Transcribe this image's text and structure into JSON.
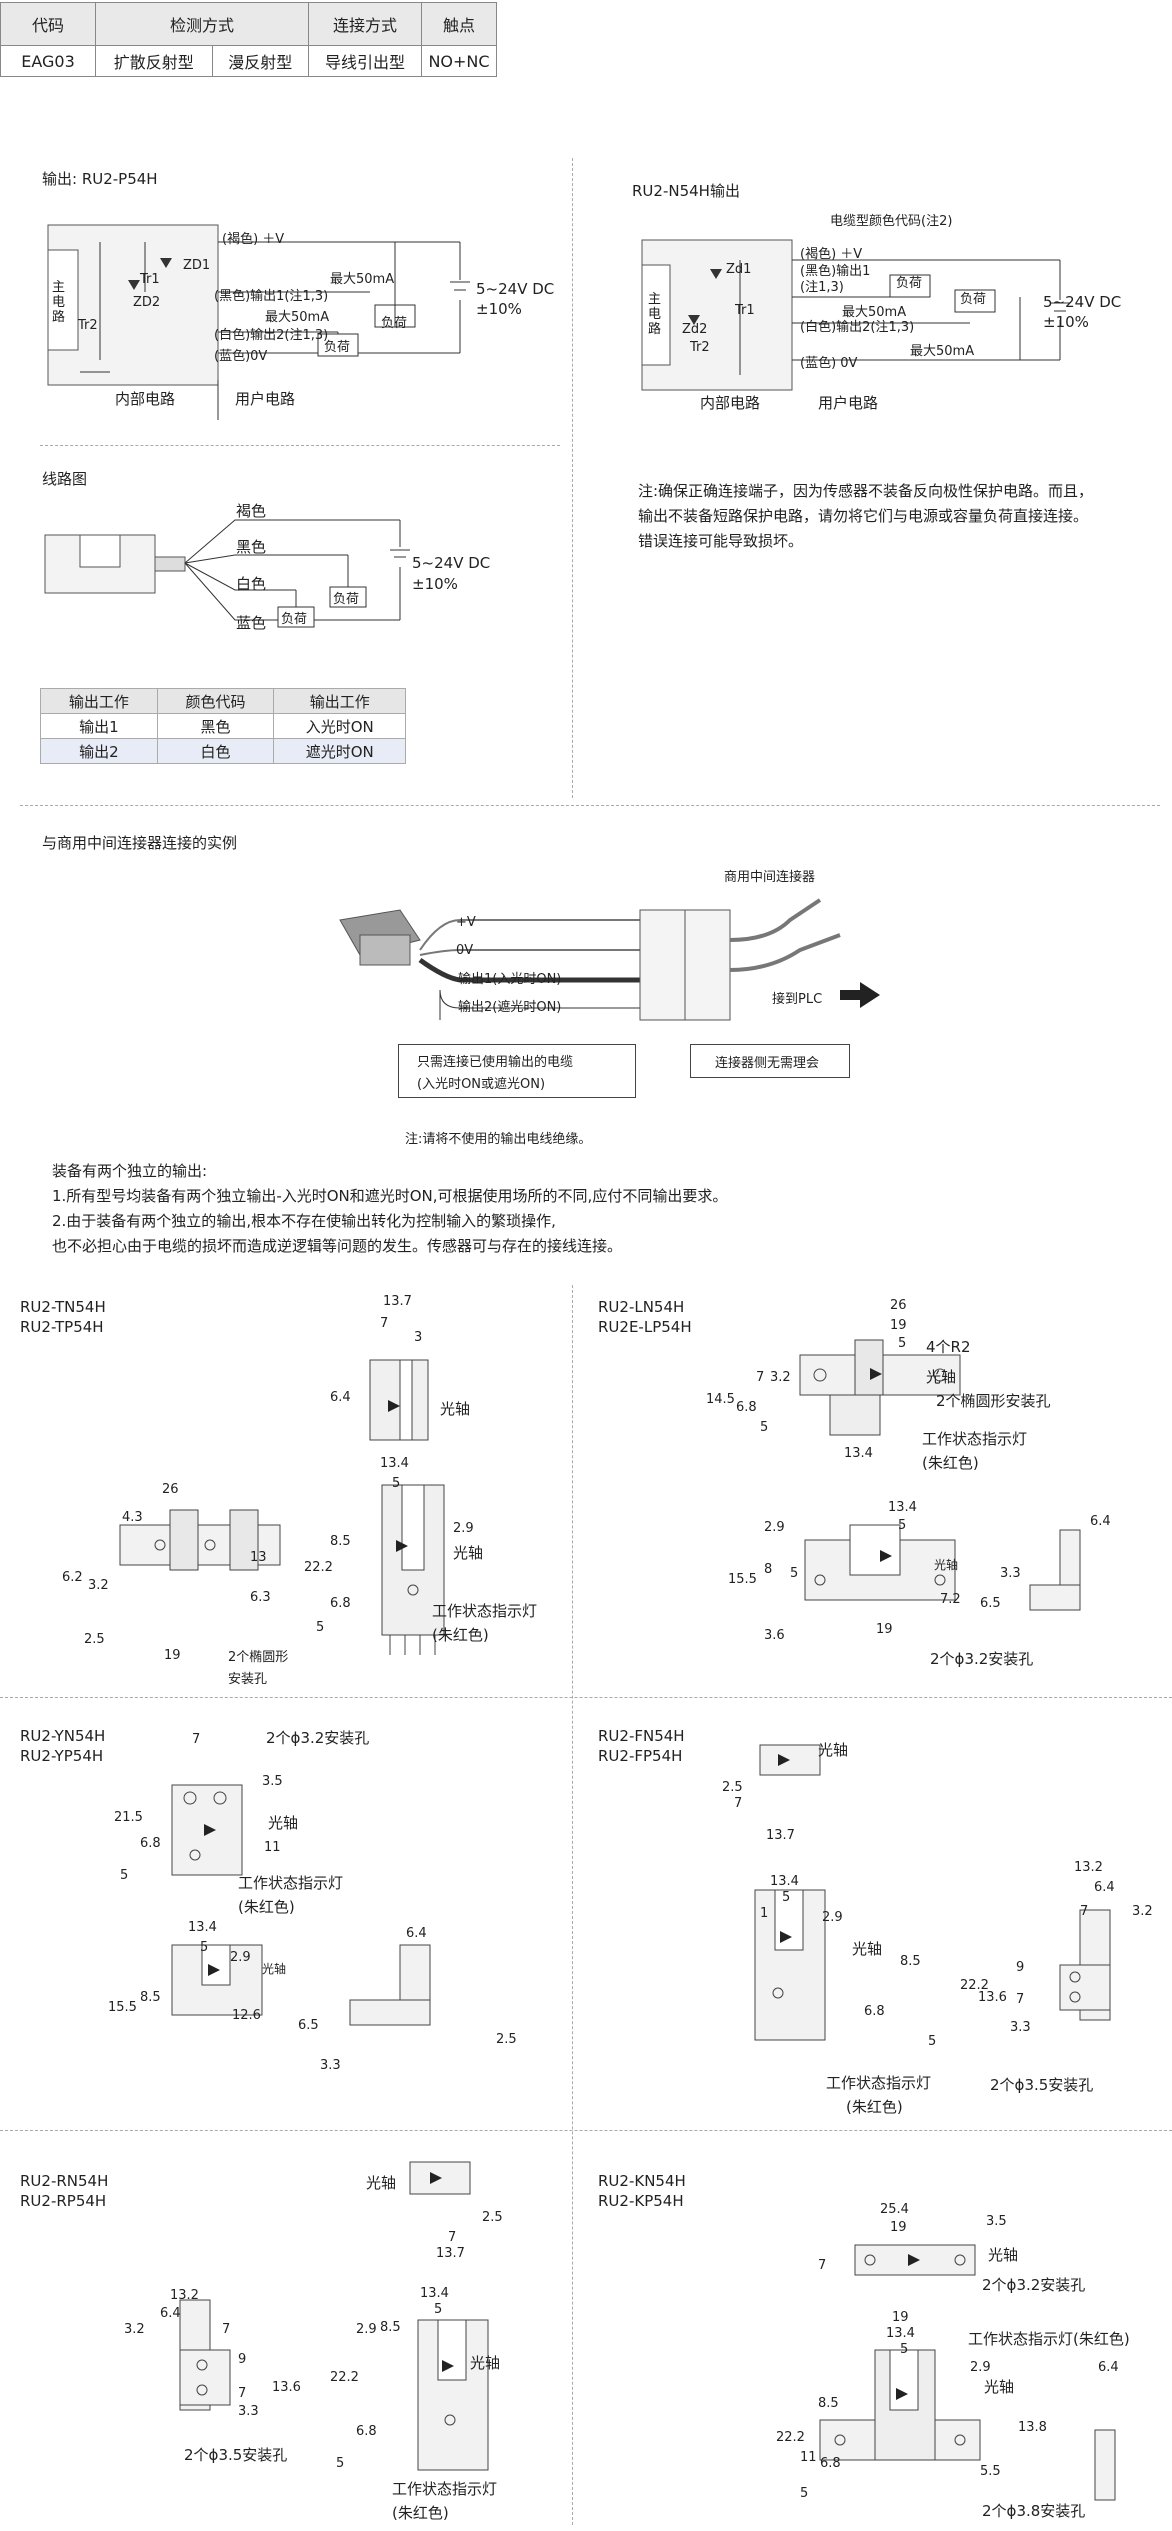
{
  "spec_table": {
    "headers": [
      "代码",
      "检测方式",
      "连接方式",
      "触点"
    ],
    "row": [
      "EAG03",
      "扩散反射型",
      "漫反射型",
      "导线引出型",
      "NO+NC"
    ]
  },
  "circuit_left": {
    "title": "输出: RU2-P54H",
    "brown": "(褐色) ＋V",
    "black": "(黑色)输出1(注1,3)",
    "white": "(白色)输出2(注1,3)",
    "blue": "(蓝色)0V",
    "max1": "最大50mA",
    "max2": "最大50mA",
    "load": "负荷",
    "supply": "5~24V DC",
    "tol": "±10%",
    "main": "主电路",
    "tr1": "Tr1",
    "tr2": "Tr2",
    "zd1": "ZD1",
    "zd2": "ZD2",
    "internal": "内部电路",
    "user": "用户电路"
  },
  "circuit_right": {
    "title": "RU2-N54H输出",
    "note_code": "电缆型颜色代码(注2)",
    "brown": "(褐色) ＋V",
    "black": "(黑色)输出1",
    "black2": "(注1,3)",
    "white": "(白色)输出2(注1,3)",
    "blue": "(蓝色) 0V",
    "max1": "最大50mA",
    "max2": "最大50mA",
    "load": "负荷",
    "supply": "5~24V DC",
    "tol": "±10%",
    "main": "主电路",
    "zd1": "Zd1",
    "zd2": "Zd2",
    "tr1": "Tr1",
    "tr2": "Tr2",
    "internal": "内部电路",
    "user": "用户电路"
  },
  "note2": [
    "注:确保正确连接端子，因为传感器不装备反向极性保护电路。而且，",
    "输出不装备短路保护电路，请勿将它们与电源或容量负荷直接连接。",
    "错误连接可能导致损坏。"
  ],
  "wiring": {
    "title": "线路图",
    "wires": [
      "褐色",
      "黑色",
      "白色",
      "蓝色"
    ],
    "load": "负荷",
    "supply": "5~24V DC",
    "tol": "±10%"
  },
  "wire_table": {
    "headers": [
      "输出工作",
      "颜色代码",
      "输出工作"
    ],
    "rows": [
      [
        "输出1",
        "黑色",
        "入光时ON"
      ],
      [
        "输出2",
        "白色",
        "遮光时ON"
      ]
    ]
  },
  "connector": {
    "title": "与商用中间连接器连接的实例",
    "label_connector": "商用中间连接器",
    "v": "+V",
    "ov": "0V",
    "out1": "输出1(入光时ON)",
    "out2": "输出2(遮光时ON)",
    "plc": "接到PLC",
    "box1_l1": "只需连接已使用输出的电缆",
    "box1_l2": "(入光时ON或遮光ON)",
    "box2": "连接器侧无需理会",
    "note": "注:请将不使用的输出电线绝缘。"
  },
  "outputs_text": [
    "装备有两个独立的输出:",
    "1.所有型号均装备有两个独立输出-入光时ON和遮光时ON,可根据使用场所的不同,应付不同输出要求。",
    "2.由于装备有两个独立的输出,根本不存在使输出转化为控制输入的繁琐操作,",
    "也不必担心由于电缆的损坏而造成逆逻辑等问题的发生。传感器可与存在的接线连接。"
  ],
  "drawings": {
    "tn": {
      "m1": "RU2-TN54H",
      "m2": "RU2-TP54H",
      "axis": "光轴",
      "axis2": "光轴",
      "led": "工作状态指示灯",
      "led2": "(朱红色)",
      "holes": "2个椭圆形",
      "holes2": "安装孔",
      "d": [
        "13.7",
        "7",
        "3",
        "6.4",
        "26",
        "4.3",
        "13",
        "6.2",
        "3.2",
        "6.3",
        "2.5",
        "19",
        "13.4",
        "5",
        "2.9",
        "8.5",
        "22.2",
        "6.8",
        "5"
      ]
    },
    "ln": {
      "m1": "RU2-LN54H",
      "m2": "RU2E-LP54H",
      "r2": "4个R2",
      "axis": "光轴",
      "holes": "2个椭圆形安装孔",
      "led": "工作状态指示灯",
      "led2": "(朱红色)",
      "axis2": "光轴",
      "holes2": "2个ϕ3.2安装孔",
      "d": [
        "26",
        "19",
        "5",
        "7",
        "3.2",
        "14.5",
        "6.8",
        "5",
        "13.4",
        "13.4",
        "5",
        "2.9",
        "15.5",
        "8",
        "5",
        "7.2",
        "3.6",
        "19",
        "6.4",
        "3.3",
        "6.5"
      ]
    },
    "yn": {
      "m1": "RU2-YN54H",
      "m2": "RU2-YP54H",
      "holes": "2个ϕ3.2安装孔",
      "axis": "光轴",
      "led": "工作状态指示灯",
      "led2": "(朱红色)",
      "axis2": "光轴",
      "d": [
        "7",
        "3.5",
        "21.5",
        "11",
        "6.8",
        "5",
        "13.4",
        "5",
        "2.9",
        "15.5",
        "8.5",
        "12.6",
        "6.4",
        "6.5",
        "3.3",
        "2.5"
      ]
    },
    "fn": {
      "m1": "RU2-FN54H",
      "m2": "RU2-FP54H",
      "axis": "光轴",
      "axis2": "光轴",
      "led": "工作状态指示灯",
      "led2": "(朱红色)",
      "holes": "2个ϕ3.5安装孔",
      "d": [
        "2.5",
        "7",
        "13.7",
        "13.4",
        "5",
        "1",
        "2.9",
        "8.5",
        "22.2",
        "6.8",
        "5",
        "13.2",
        "6.4",
        "7",
        "3.2",
        "9",
        "13.6",
        "7",
        "3.3"
      ]
    },
    "rn": {
      "m1": "RU2-RN54H",
      "m2": "RU2-RP54H",
      "axis": "光轴",
      "axis2": "光轴",
      "holes": "2个ϕ3.5安装孔",
      "led": "工作状态指示灯",
      "led2": "(朱红色)",
      "d": [
        "2.5",
        "7",
        "13.7",
        "13.2",
        "6.4",
        "7",
        "3.2",
        "9",
        "7",
        "3.3",
        "13.6",
        "13.4",
        "5",
        "2.9",
        "8.5",
        "22.2",
        "6.8",
        "5"
      ]
    },
    "kn": {
      "m1": "RU2-KN54H",
      "m2": "RU2-KP54H",
      "axis": "光轴",
      "holes": "2个ϕ3.2安装孔",
      "led": "工作状态指示灯(朱红色)",
      "axis2": "光轴",
      "holes2": "2个ϕ3.8安装孔",
      "d": [
        "25.4",
        "19",
        "3.5",
        "7",
        "19",
        "13.4",
        "5",
        "2.9",
        "8.5",
        "13.8",
        "22.2",
        "11",
        "6.8",
        "5",
        "5.5",
        "6.4"
      ]
    }
  }
}
